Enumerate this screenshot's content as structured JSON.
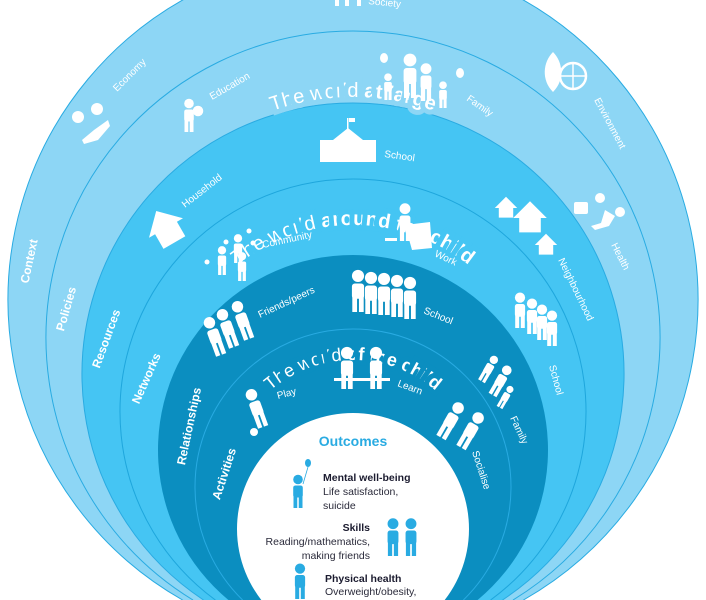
{
  "colors": {
    "outer_ring": "#8dd6f5",
    "middle_ring": "#45c5f3",
    "inner_ring": "#0b8ec0",
    "line": "#29abe2",
    "outcomes_title": "#29abe2"
  },
  "world_at_large": {
    "title_regular": "The world ",
    "title_bold": "at large",
    "ring_labels": [
      "Context",
      "Policies"
    ],
    "items": [
      "Society",
      "Economy",
      "Education",
      "Family",
      "Environment",
      "Health"
    ]
  },
  "world_around_child": {
    "title_regular": "The world ",
    "title_bold": "around the child",
    "ring_labels": [
      "Resources",
      "Networks"
    ],
    "items": [
      "Household",
      "School",
      "Community",
      "Work",
      "Neighbourhood",
      "School"
    ]
  },
  "world_of_child": {
    "title_regular": "The world ",
    "title_bold": "of the child",
    "ring_labels": [
      "Relationships",
      "Activities"
    ],
    "items": [
      "Friends/peers",
      "School",
      "Play",
      "Learn",
      "Family",
      "Socialise"
    ]
  },
  "outcomes": {
    "title": "Outcomes",
    "items": [
      {
        "heading": "Mental well-being",
        "lines": [
          "Life satisfaction,",
          "suicide"
        ]
      },
      {
        "heading": "Skills",
        "lines": [
          "Reading/mathematics,",
          "making friends"
        ]
      },
      {
        "heading": "Physical health",
        "lines": [
          "Overweight/obesity,"
        ]
      }
    ]
  }
}
